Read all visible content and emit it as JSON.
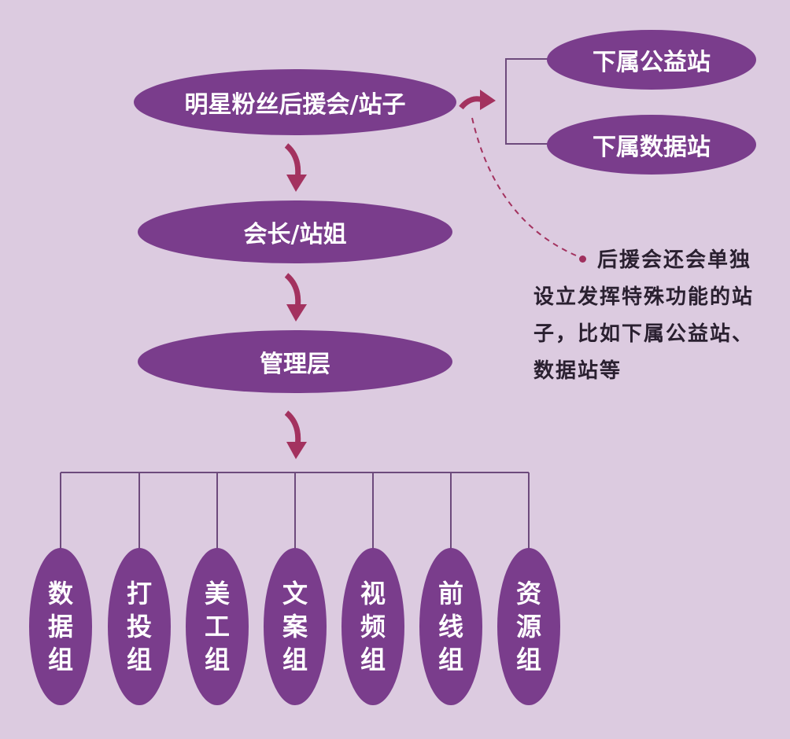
{
  "colors": {
    "background": "#dccbe0",
    "node": "#7a3d8c",
    "arrow": "#a3325f",
    "line": "#6d4a7c"
  },
  "nodes": {
    "root": "明星粉丝后援会/站子",
    "leader": "会长/站姐",
    "management": "管理层",
    "sub_stations": [
      "下属公益站",
      "下属数据站"
    ],
    "groups": [
      "数据组",
      "打投组",
      "美工组",
      "文案组",
      "视频组",
      "前线组",
      "资源组"
    ]
  },
  "note": "后援会还会单独设立发挥特殊功能的站子，比如下属公益站、数据站等"
}
